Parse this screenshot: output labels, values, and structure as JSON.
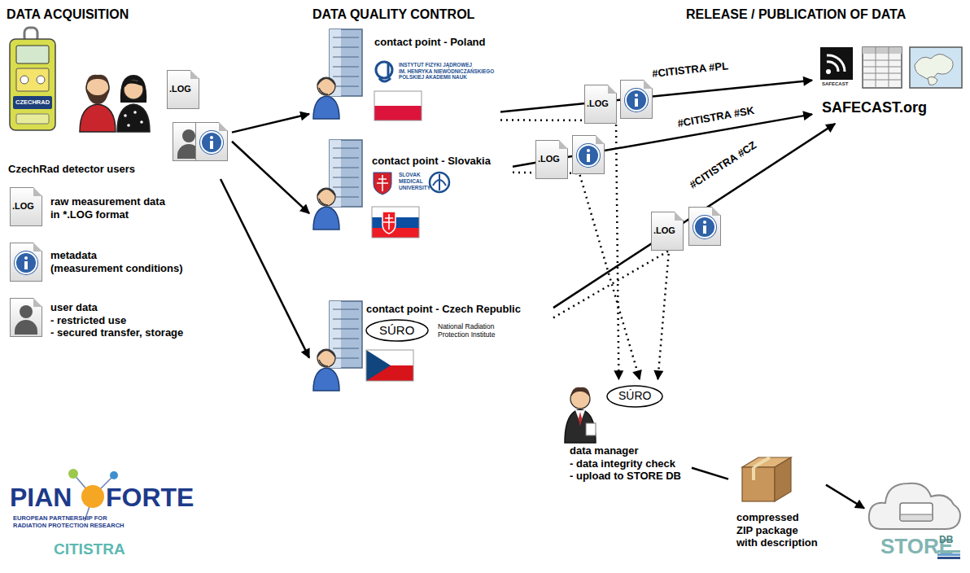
{
  "diagram": {
    "nodes": [
      {
        "text": [
          "CzechRad detector users"
        ]
      },
      {
        "text": [
          "contact point - Poland",
          "INSTYTUT FIZYKI JĄDROWEJ IM. HENRYKA NIEWODNICZAŃSKIEGO POLSKIEJ AKADEMII NAUK"
        ]
      },
      {
        "text": [
          "contact point - Slovakia",
          "SLOVAK MEDICAL UNIVERSITY"
        ]
      },
      {
        "text": [
          "contact point - Czech Republic",
          "SÚRO",
          "National Radiation Protection Institute"
        ]
      },
      {
        "text": [
          "SAFECAST",
          "SAFECAST.org"
        ]
      },
      {
        "text": [
          "SÚRO",
          "data manager - data integrity check - upload to STORE DB"
        ]
      },
      {
        "text": [
          "compressed ZIP package with description"
        ]
      },
      {
        "text": [
          "STORE",
          "DB"
        ]
      }
    ],
    "edges": [
      {
        "from": 0,
        "to": 1,
        "arrow": "to"
      },
      {
        "from": 0,
        "to": 2,
        "arrow": "to"
      },
      {
        "from": 0,
        "to": 3,
        "arrow": "to"
      },
      {
        "from": 1,
        "to": 4,
        "label": "#CITISTRA #PL",
        "arrow": "to"
      },
      {
        "from": 2,
        "to": 4,
        "label": "#CITISTRA #SK",
        "arrow": "to"
      },
      {
        "from": 3,
        "to": 4,
        "label": "#CITISTRA #CZ",
        "arrow": "to"
      },
      {
        "from": 1,
        "to": 5,
        "arrow": "to"
      },
      {
        "from": 2,
        "to": 5,
        "arrow": "to"
      },
      {
        "from": 3,
        "to": 5,
        "arrow": "to"
      },
      {
        "from": 5,
        "to": 6,
        "arrow": "none"
      },
      {
        "from": 6,
        "to": 7,
        "arrow": "to"
      }
    ],
    "labels": [
      "DATA ACQUISITION",
      "DATA QUALITY CONTROL",
      "RELEASE / PUBLICATION OF DATA",
      ".LOG",
      ".LOG",
      ".LOG",
      ".LOG",
      ".LOG",
      "CZECHRAD",
      "PIAN",
      "FORTE",
      "EUROPEAN PARTNERSHIP FOR RADIATION PROTECTION RESEARCH",
      "CITISTRA"
    ],
    "legend": [
      {
        "text": "raw measurement data in *.LOG format"
      },
      {
        "text": "metadata (measurement conditions)"
      },
      {
        "text": "user data - restricted use - secured transfer, storage"
      }
    ]
  }
}
